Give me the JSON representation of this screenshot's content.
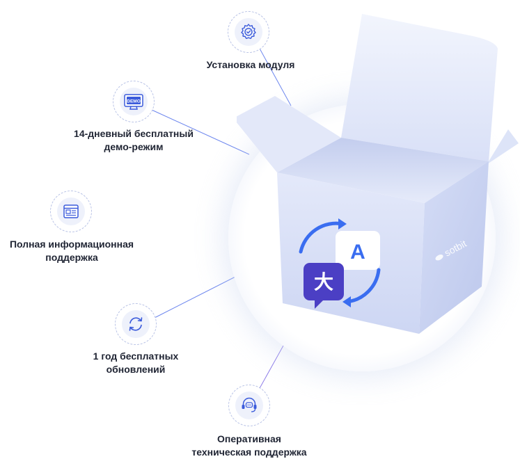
{
  "features": [
    {
      "id": "install",
      "label_lines": [
        "Установка модуля"
      ],
      "icon": "gear-check-icon"
    },
    {
      "id": "demo",
      "label_lines": [
        "14-дневный бесплатный",
        "демо-режим"
      ],
      "icon": "demo-monitor-icon",
      "icon_text": "DEMO"
    },
    {
      "id": "info",
      "label_lines": [
        "Полная информационная",
        "поддержка"
      ],
      "icon": "document-icon"
    },
    {
      "id": "updates",
      "label_lines": [
        "1 год бесплатных",
        "обновлений"
      ],
      "icon": "refresh-icon"
    },
    {
      "id": "support",
      "label_lines": [
        "Оперативная",
        "техническая поддержка"
      ],
      "icon": "headset-chat-icon"
    }
  ],
  "product": {
    "brand": "sotbit",
    "translate_glyph_cn": "大",
    "translate_glyph_en": "A",
    "icon": "translate-icon"
  },
  "colors": {
    "accent": "#4a6cf7",
    "icon_stroke": "#3b5bdb",
    "dashed_ring": "#b9c3e6",
    "box_front": "#d6def6",
    "translate_purple": "#4b3fc4",
    "translate_blue": "#3a6df0"
  }
}
